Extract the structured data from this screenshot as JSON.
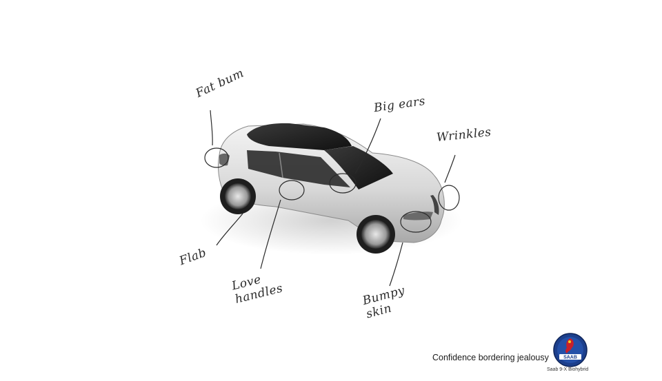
{
  "annotations": {
    "fat_bum": "Fat bum",
    "big_ears": "Big ears",
    "wrinkles": "Wrinkles",
    "flab": "Flab",
    "love_handles": "Love\nhandles",
    "bumpy_skin": "Bumpy\nskin"
  },
  "footer": {
    "tagline": "Confidence bordering jealousy",
    "model": "Saab 9-X Biohybrid",
    "logo_text": "SAAB"
  },
  "colors": {
    "ink": "#2a2a2a",
    "logo_blue": "#1c3f8c",
    "logo_red": "#c8202a"
  }
}
